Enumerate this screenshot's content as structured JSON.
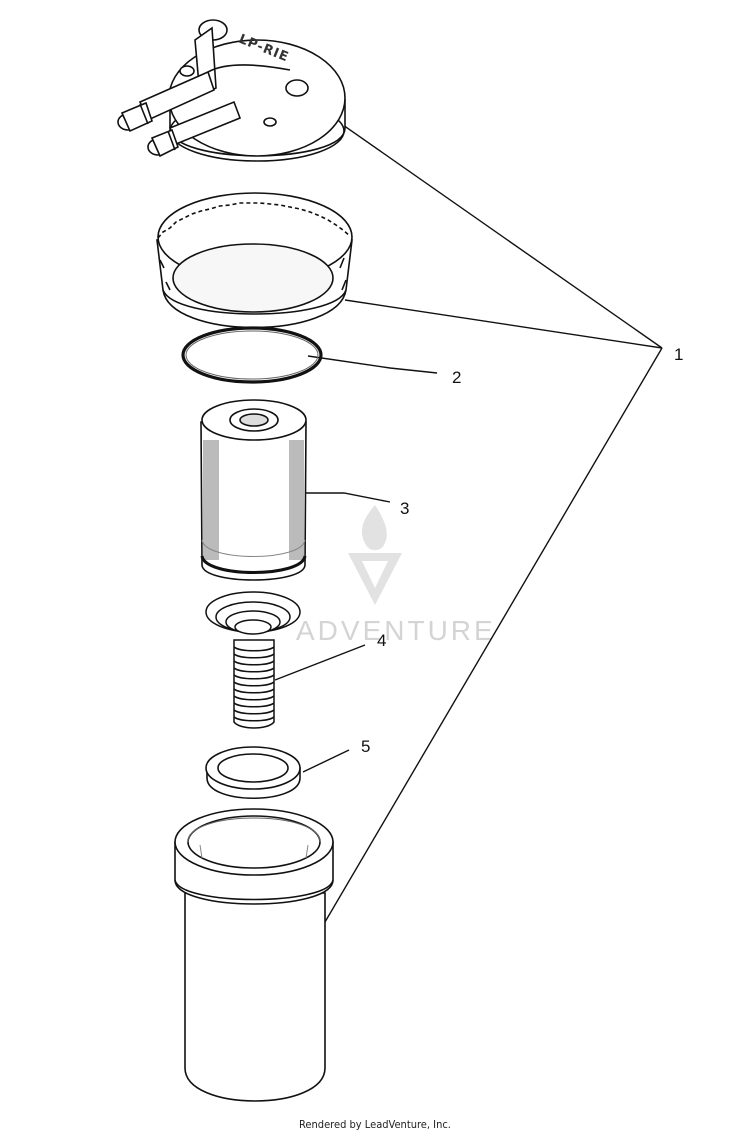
{
  "callouts": [
    {
      "id": "1",
      "label": "1"
    },
    {
      "id": "2",
      "label": "2"
    },
    {
      "id": "3",
      "label": "3"
    },
    {
      "id": "4",
      "label": "4"
    },
    {
      "id": "5",
      "label": "5"
    }
  ],
  "cap_stamp": "LP-RIE",
  "watermark": {
    "text": "ADVENTURE",
    "icon": "flame-v-logo-icon"
  },
  "footer": "Rendered by LeadVenture, Inc.",
  "colors": {
    "line": "#111111",
    "watermark": "#d4d4d4"
  }
}
